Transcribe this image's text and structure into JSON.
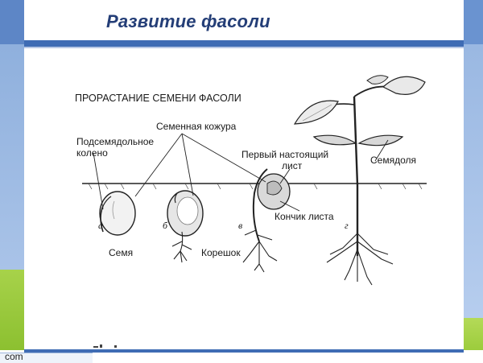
{
  "slide": {
    "title": "Развитие фасоли",
    "footer": "com"
  },
  "diagram": {
    "heading": "ПРОРАСТАНИЕ СЕМЕНИ ФАСОЛИ",
    "labels": {
      "seed_coat": "Семенная кожура",
      "hypocotyl_line1": "Подсемядольное",
      "hypocotyl_line2": "колено",
      "first_leaf_line1": "Первый настоящий",
      "first_leaf_line2": "лист",
      "cotyledon": "Семядоля",
      "leaf_tip": "Кончик листа",
      "seed": "Семя",
      "rootlet": "Корешок"
    },
    "stages": [
      "а",
      "б",
      "в",
      "г"
    ]
  },
  "colors": {
    "title": "#243e77",
    "accent_blue": "#3f6cb4",
    "accent_green": "#9ccc3c"
  }
}
